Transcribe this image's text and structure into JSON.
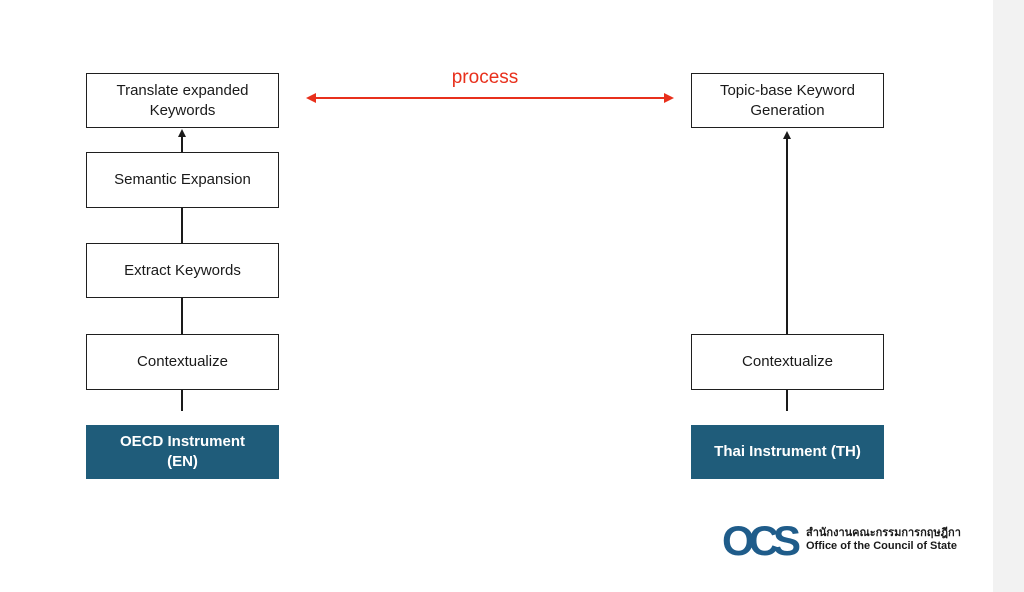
{
  "left_flow": {
    "steps": [
      "Translate expanded\nKeywords",
      "Semantic Expansion",
      "Extract Keywords",
      "Contextualize"
    ],
    "source": "OECD Instrument\n(EN)"
  },
  "right_flow": {
    "steps": [
      "Topic-base Keyword\nGeneration",
      "Contextualize"
    ],
    "source": "Thai Instrument (TH)"
  },
  "connector_label": "process",
  "colors": {
    "source_box": "#1f5c7a",
    "process_arrow": "#e8301c",
    "logo": "#1f5c8a"
  },
  "logo": {
    "mark": "OCS",
    "name_th": "สำนักงานคณะกรรมการกฤษฎีกา",
    "name_en": "Office of the Council of State"
  }
}
